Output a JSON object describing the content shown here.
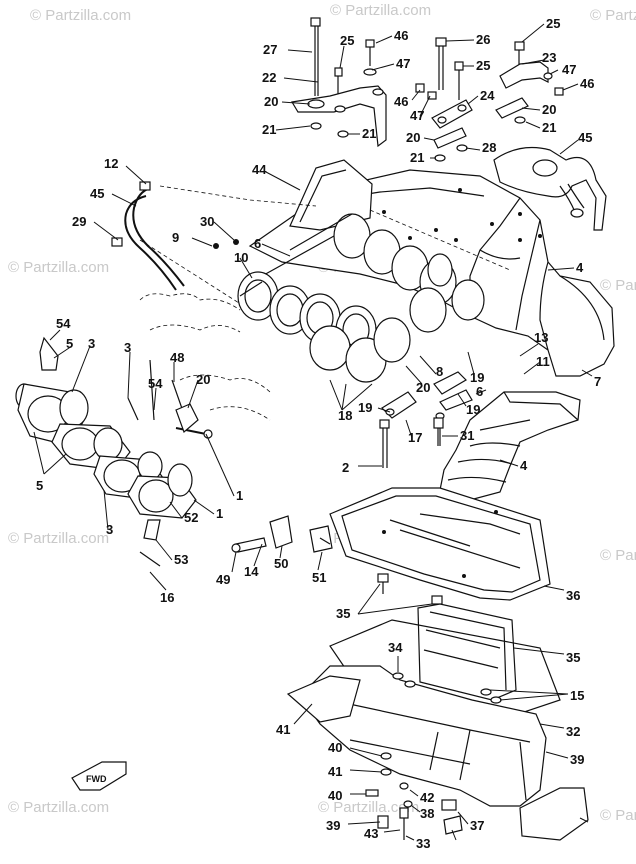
{
  "watermarks": [
    "© Partzilla.com",
    "© Partzilla.com",
    "© Partzilla.com",
    "© Partzilla.com",
    "© Partzilla.com",
    "© Partzilla.com",
    "© Partzilla.com",
    "© Partzilla.com",
    "© Partzilla.com",
    "© Partzilla.com",
    "© Partzilla.com",
    "© Partzilla.com"
  ],
  "direction_label": "FWD",
  "callouts": [
    "27",
    "25",
    "46",
    "26",
    "25",
    "22",
    "47",
    "25",
    "23",
    "47",
    "46",
    "20",
    "46",
    "47",
    "24",
    "20",
    "21",
    "21",
    "20",
    "21",
    "21",
    "28",
    "45",
    "12",
    "44",
    "45",
    "29",
    "30",
    "9",
    "6",
    "10",
    "4",
    "54",
    "5",
    "3",
    "3",
    "48",
    "54",
    "20",
    "13",
    "19",
    "11",
    "7",
    "8",
    "20",
    "19",
    "19",
    "6",
    "17",
    "18",
    "31",
    "2",
    "4",
    "5",
    "1",
    "1",
    "3",
    "52",
    "53",
    "50",
    "51",
    "49",
    "14",
    "16",
    "36",
    "35",
    "35",
    "34",
    "15",
    "41",
    "32",
    "40",
    "39",
    "41",
    "40",
    "42",
    "38",
    "37",
    "39",
    "43",
    "33"
  ],
  "colors": {
    "ink": "#111111",
    "watermark": "#c9c9c9",
    "paper": "#ffffff"
  }
}
